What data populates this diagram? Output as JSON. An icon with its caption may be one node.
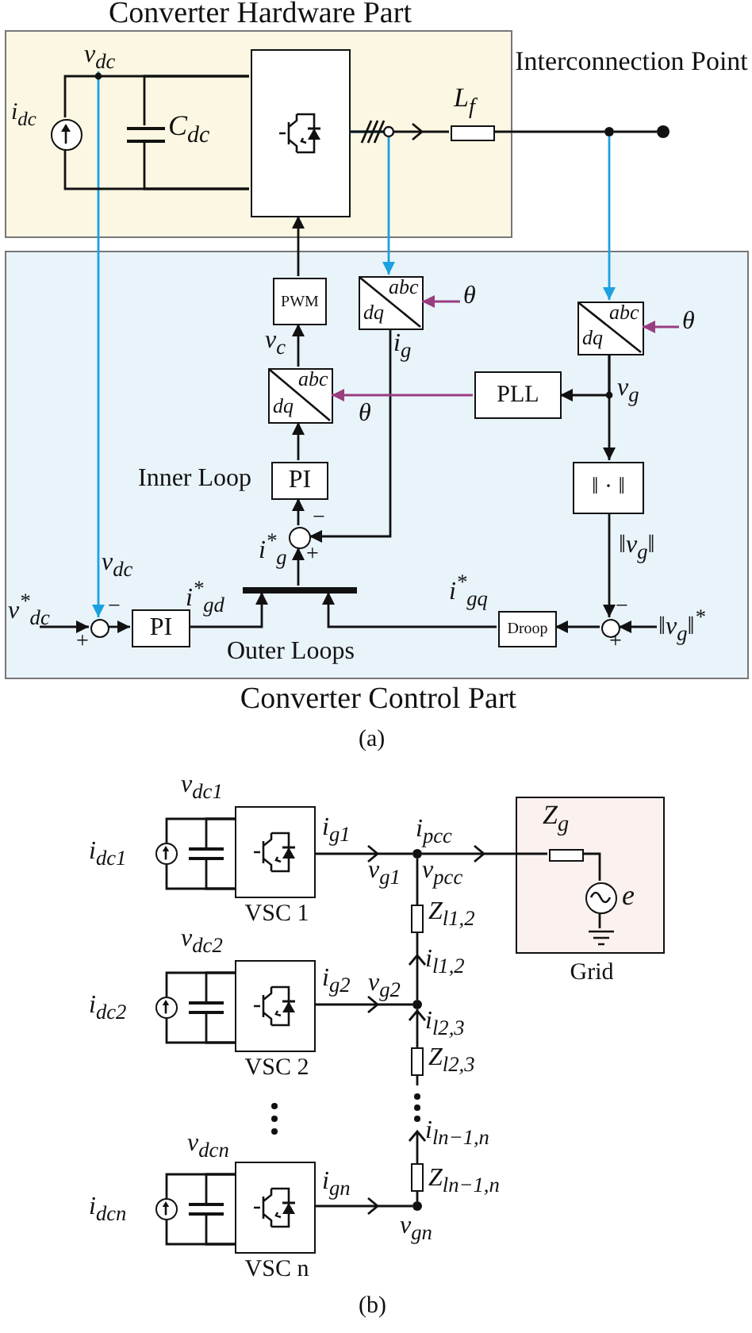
{
  "diagram": {
    "nodes": [
      {
        "text": [
          "Converter Hardware Part"
        ]
      },
      {
        "text": [
          "v$_{dc}$"
        ],
        "in": 0
      },
      {
        "text": [],
        "shape": "circle",
        "in": 0
      },
      {
        "text": [],
        "shape": "capacitor",
        "in": 0
      },
      {
        "text": [],
        "shape": "box",
        "in": 0
      },
      {
        "text": [],
        "shape": "inductor",
        "in": 0
      },
      {
        "text": [
          "Interconnection Point"
        ]
      },
      {
        "text": [],
        "shape": "dot"
      },
      {
        "text": [
          "Converter Control Part"
        ]
      },
      {
        "text": [
          "PWM"
        ],
        "in": 8
      },
      {
        "text": [
          "abc",
          "dq"
        ],
        "in": 8
      },
      {
        "text": [
          "abc",
          "dq"
        ],
        "in": 8
      },
      {
        "text": [
          "abc",
          "dq"
        ],
        "in": 8
      },
      {
        "text": [
          "PLL"
        ],
        "in": 8
      },
      {
        "text": [
          "PI"
        ],
        "in": 8,
        "beside": [
          "Inner Loop"
        ]
      },
      {
        "text": [],
        "shape": "circle",
        "in": 8
      },
      {
        "text": [
          "‖ · ‖"
        ],
        "in": 8
      },
      {
        "text": [
          "PI"
        ],
        "in": 8
      },
      {
        "text": [],
        "shape": "circle",
        "in": 8
      },
      {
        "text": [
          "Droop"
        ],
        "in": 8
      },
      {
        "text": [],
        "shape": "circle",
        "in": 8
      },
      {
        "text": [],
        "shape": "bar",
        "in": 8
      },
      {
        "text": [],
        "shape": "circle"
      },
      {
        "text": [],
        "shape": "capacitor"
      },
      {
        "text": [
          "VSC 1"
        ]
      },
      {
        "text": [],
        "shape": "circle"
      },
      {
        "text": [],
        "shape": "capacitor"
      },
      {
        "text": [
          "VSC 2"
        ]
      },
      {
        "text": [],
        "shape": "circle"
      },
      {
        "text": [],
        "shape": "capacitor"
      },
      {
        "text": [
          "VSC n"
        ]
      },
      {
        "text": [],
        "shape": "dot"
      },
      {
        "text": [],
        "shape": "dot"
      },
      {
        "text": [],
        "shape": "dot"
      },
      {
        "text": [],
        "shape": "resistor"
      },
      {
        "text": [],
        "shape": "resistor"
      },
      {
        "text": [],
        "shape": "resistor"
      },
      {
        "text": [
          "Grid"
        ]
      },
      {
        "text": [],
        "shape": "resistor",
        "in": 37
      },
      {
        "text": [],
        "shape": "circle",
        "in": 37
      },
      {
        "text": [],
        "shape": "ground",
        "in": 37
      }
    ],
    "edges": [
      {
        "from": 9,
        "to": 4,
        "arrow": "to"
      },
      {
        "from": 4,
        "to": 10,
        "arrow": "to",
        "color": "#1ba1e2"
      },
      {
        "from": 6,
        "to": 11,
        "arrow": "to",
        "color": "#1ba1e2"
      },
      {
        "from": 1,
        "to": 18,
        "arrow": "to",
        "color": "#1ba1e2",
        "label": "v$_{dc}$"
      },
      {
        "from": 12,
        "to": 9,
        "arrow": "to",
        "label": "v$_{c}$"
      },
      {
        "from": 10,
        "to": 15,
        "arrow": "to",
        "label": "i$_{g}$"
      },
      {
        "from": 11,
        "to": 13,
        "arrow": "to",
        "label": "v$_{g}$"
      },
      {
        "from": 11,
        "to": 16,
        "arrow": "to"
      },
      {
        "from": 13,
        "to": 12,
        "arrow": "to",
        "color": "#993d7f",
        "label": "θ"
      },
      {
        "from": null,
        "to": 10,
        "arrow": "to",
        "color": "#993d7f",
        "label": "θ"
      },
      {
        "from": null,
        "to": 11,
        "arrow": "to",
        "color": "#993d7f",
        "label": "θ"
      },
      {
        "from": 14,
        "to": 12,
        "arrow": "to"
      },
      {
        "from": 15,
        "to": 14,
        "arrow": "to"
      },
      {
        "from": 21,
        "to": 15,
        "arrow": "to",
        "label": "i$^{*}$$_{g}$"
      },
      {
        "from": 17,
        "to": 21,
        "arrow": "to",
        "label": "i$^{*}$$_{gd}$"
      },
      {
        "from": 19,
        "to": 21,
        "arrow": "to",
        "label": "i$^{*}$$_{gq}$"
      },
      {
        "from": 18,
        "to": 17,
        "arrow": "to"
      },
      {
        "from": null,
        "to": 18,
        "arrow": "to",
        "label": "v$^{*}$$_{dc}$"
      },
      {
        "from": 16,
        "to": 20,
        "arrow": "to",
        "label": "‖v$_{g}$‖"
      },
      {
        "from": 20,
        "to": 19,
        "arrow": "to"
      },
      {
        "from": null,
        "to": 20,
        "arrow": "to",
        "label": "‖v$_{g}$‖$^{*}$"
      },
      {
        "from": 2,
        "to": 4,
        "arrow": "none"
      },
      {
        "from": 2,
        "to": 4,
        "arrow": "none"
      },
      {
        "from": 3,
        "to": 4,
        "arrow": "none"
      },
      {
        "from": 3,
        "to": 4,
        "arrow": "none"
      },
      {
        "from": 4,
        "to": 5,
        "arrow": "to"
      },
      {
        "from": 5,
        "to": 6,
        "arrow": "none"
      },
      {
        "from": 6,
        "to": 7,
        "arrow": "none"
      },
      {
        "from": 22,
        "to": 24,
        "arrow": "none"
      },
      {
        "from": 22,
        "to": 24,
        "arrow": "none"
      },
      {
        "from": 23,
        "to": 24,
        "arrow": "none"
      },
      {
        "from": 23,
        "to": 24,
        "arrow": "none"
      },
      {
        "from": 25,
        "to": 27,
        "arrow": "none"
      },
      {
        "from": 25,
        "to": 27,
        "arrow": "none"
      },
      {
        "from": 26,
        "to": 27,
        "arrow": "none"
      },
      {
        "from": 26,
        "to": 27,
        "arrow": "none"
      },
      {
        "from": 28,
        "to": 30,
        "arrow": "none"
      },
      {
        "from": 28,
        "to": 30,
        "arrow": "none"
      },
      {
        "from": 29,
        "to": 30,
        "arrow": "none"
      },
      {
        "from": 29,
        "to": 30,
        "arrow": "none"
      },
      {
        "from": 24,
        "to": 31,
        "arrow": "to",
        "label": "i$_{g1}$"
      },
      {
        "from": 31,
        "to": 38,
        "arrow": "to",
        "label": "i$_{pcc}$"
      },
      {
        "from": 38,
        "to": 39,
        "arrow": "none"
      },
      {
        "from": 39,
        "to": 40,
        "arrow": "none"
      },
      {
        "from": 27,
        "to": 32,
        "arrow": "to",
        "label": "i$_{g2}$"
      },
      {
        "from": 30,
        "to": 33,
        "arrow": "to",
        "label": "i$_{gn}$"
      },
      {
        "from": 34,
        "to": 31,
        "arrow": "none"
      },
      {
        "from": 32,
        "to": 34,
        "arrow": "to",
        "label": "i$_{l1,2}$"
      },
      {
        "from": 35,
        "to": 32,
        "arrow": "to",
        "label": "i$_{l2,3}$"
      },
      {
        "from": 36,
        "to": null,
        "arrow": "to",
        "label": "i$_{ln−1,n}$"
      },
      {
        "from": 33,
        "to": 36,
        "arrow": "none"
      },
      {
        "from": 35,
        "to": null,
        "arrow": "none"
      }
    ],
    "labels": [
      "i$_{dc}$",
      "C$_{dc}$",
      "L$_{f}$",
      "−",
      "+",
      "−",
      "+",
      "−",
      "+",
      "Outer Loops",
      "(a)",
      "v$_{dc1}$",
      "i$_{dc1}$",
      "Z$_{g}$",
      "v$_{g1}$",
      "v$_{pcc}$",
      "e",
      "Z$_{l1,2}$",
      "v$_{dc2}$",
      "i$_{dc2}$",
      "v$_{g2}$",
      "Z$_{l2,3}$",
      "v$_{dcn}$",
      "i$_{dcn}$",
      "Z$_{ln−1,n}$",
      "v$_{gn}$",
      "(b)"
    ]
  }
}
